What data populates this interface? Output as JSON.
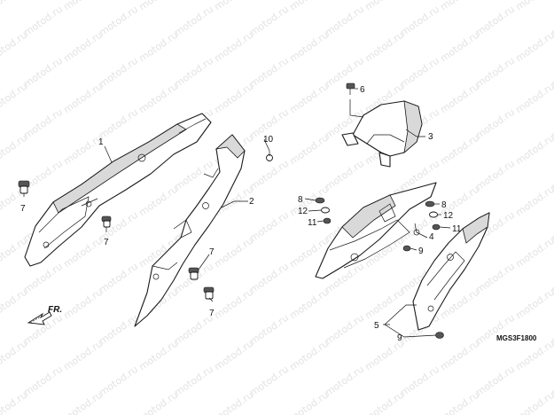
{
  "watermark": "motod.ru",
  "diagram_code": "MGS3F1800",
  "direction_label": "FR.",
  "callouts": {
    "c1": "1",
    "c2": "2",
    "c3": "3",
    "c4": "4",
    "c5": "5",
    "c6": "6",
    "c7a": "7",
    "c7b": "7",
    "c7c": "7",
    "c7d": "7",
    "c8a": "8",
    "c8b": "8",
    "c9a": "9",
    "c9b": "9",
    "c10": "10",
    "c11a": "11",
    "c11b": "11",
    "c12a": "12",
    "c12b": "12"
  }
}
